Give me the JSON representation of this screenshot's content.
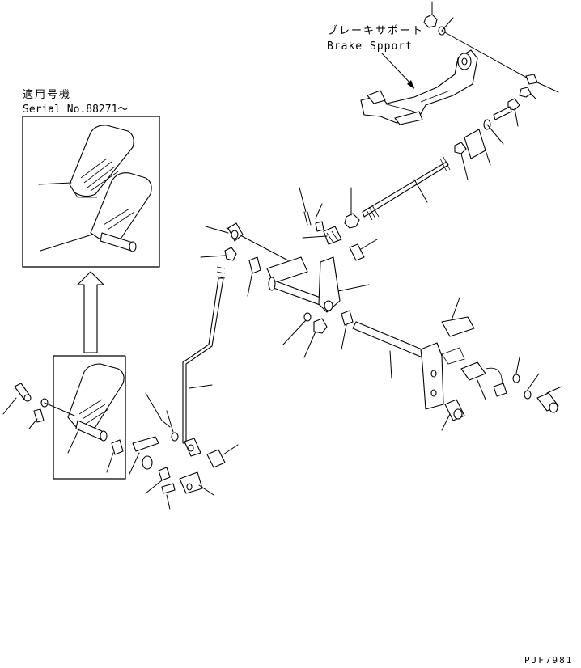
{
  "support_label": {
    "japanese": "ブレーキサポート",
    "english": "Brake Spport"
  },
  "serial_note": {
    "japanese": "適用号機",
    "english": "Serial No.88271～"
  },
  "drawing_code": "PJF7981"
}
